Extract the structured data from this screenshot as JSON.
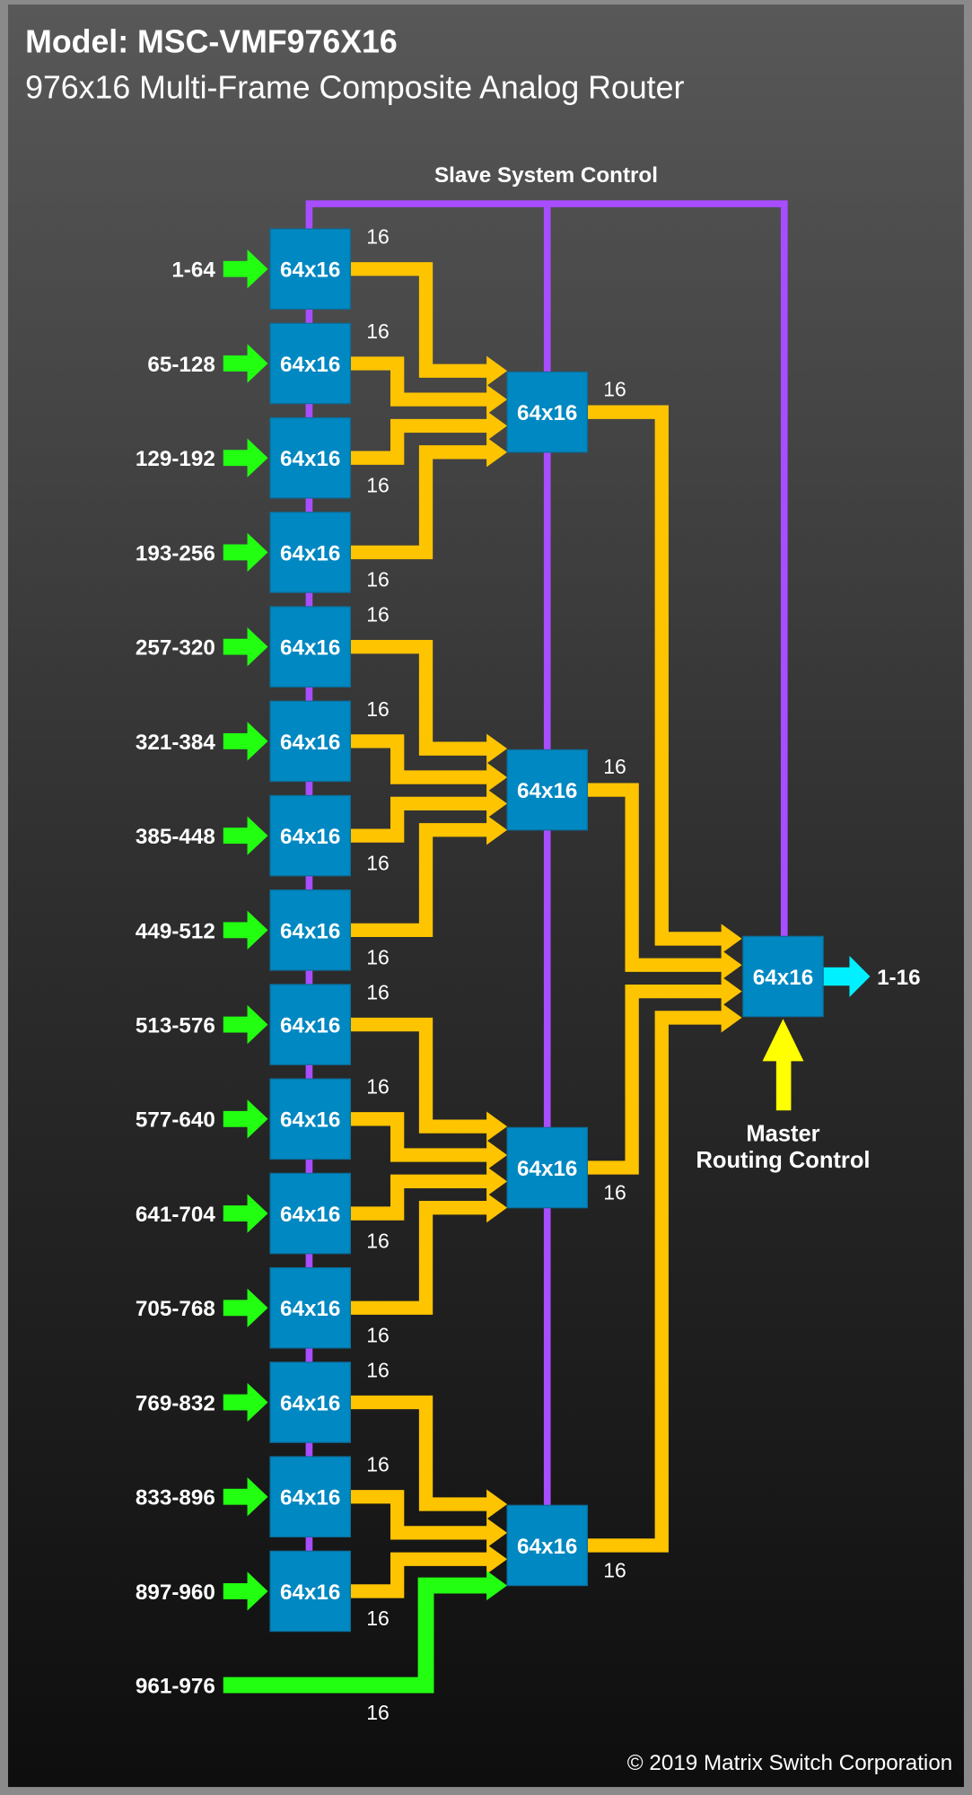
{
  "header": {
    "title": "Model: MSC-VMF976X16",
    "subtitle": "976x16 Multi-Frame Composite Analog Router"
  },
  "slave_control_label": "Slave System Control",
  "box_label": "64x16",
  "port_label": "16",
  "inputs": [
    "1-64",
    "65-128",
    "129-192",
    "193-256",
    "257-320",
    "321-384",
    "385-448",
    "449-512",
    "513-576",
    "577-640",
    "641-704",
    "705-768",
    "769-832",
    "833-896",
    "897-960"
  ],
  "extra_input": "961-976",
  "output_label": "1-16",
  "master_control": {
    "line1": "Master",
    "line2": "Routing Control"
  },
  "copyright": "© 2019 Matrix Switch Corporation",
  "colors": {
    "box": "#0088c2",
    "purple": "#a84dff",
    "yellow": "#ffc400",
    "green": "#22ff11",
    "cyan": "#00f0ff",
    "control_arrow": "#ffff00"
  }
}
